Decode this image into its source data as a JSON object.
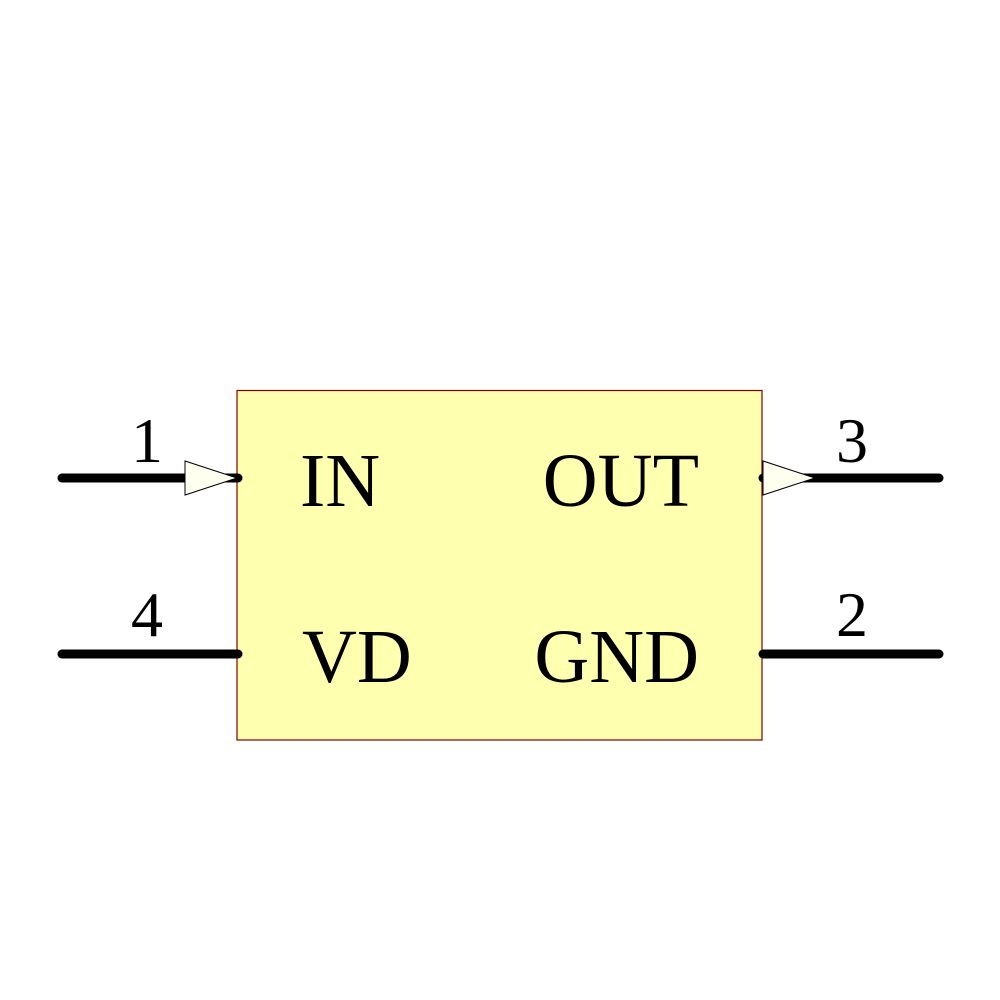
{
  "component": {
    "body_fill": "#ffffb0",
    "body_stroke": "#800000",
    "pin_color": "#000000",
    "arrow_fill": "#fffff0"
  },
  "pins": [
    {
      "number": "1",
      "name": "IN",
      "side": "left",
      "type": "input"
    },
    {
      "number": "4",
      "name": "VD",
      "side": "left",
      "type": "passive"
    },
    {
      "number": "3",
      "name": "OUT",
      "side": "right",
      "type": "output"
    },
    {
      "number": "2",
      "name": "GND",
      "side": "right",
      "type": "passive"
    }
  ]
}
